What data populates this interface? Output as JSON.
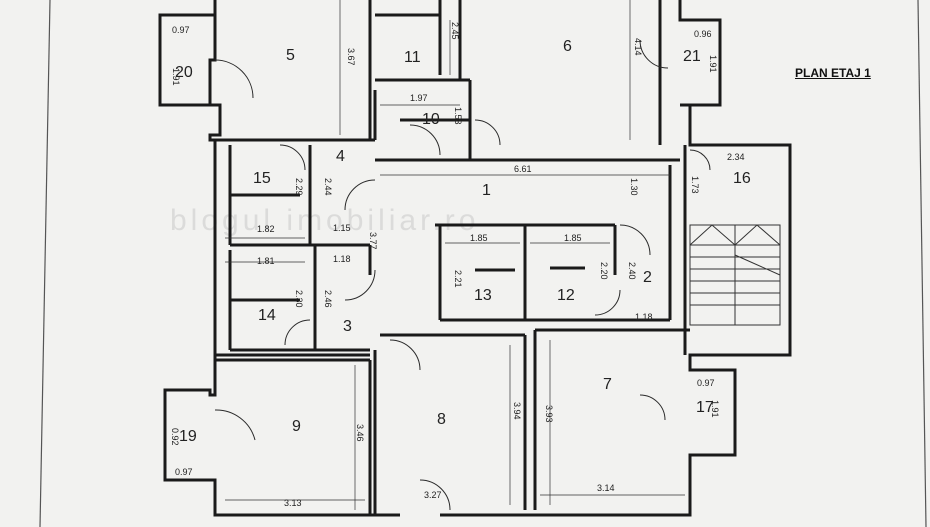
{
  "plan_title": "PLAN ETAJ 1",
  "watermark": "blogul imobiliar.ro",
  "rooms": [
    {
      "id": "r1",
      "label": "1"
    },
    {
      "id": "r2",
      "label": "2"
    },
    {
      "id": "r3",
      "label": "3"
    },
    {
      "id": "r4",
      "label": "4"
    },
    {
      "id": "r5",
      "label": "5"
    },
    {
      "id": "r6",
      "label": "6"
    },
    {
      "id": "r7",
      "label": "7"
    },
    {
      "id": "r8",
      "label": "8"
    },
    {
      "id": "r9",
      "label": "9"
    },
    {
      "id": "r10",
      "label": "10"
    },
    {
      "id": "r11",
      "label": "11"
    },
    {
      "id": "r12",
      "label": "12"
    },
    {
      "id": "r13",
      "label": "13"
    },
    {
      "id": "r14",
      "label": "14"
    },
    {
      "id": "r15",
      "label": "15"
    },
    {
      "id": "r16",
      "label": "16"
    },
    {
      "id": "r17",
      "label": "17"
    },
    {
      "id": "r19",
      "label": "19"
    },
    {
      "id": "r20",
      "label": "20"
    },
    {
      "id": "r21",
      "label": "21"
    }
  ],
  "dimensions": {
    "d_097_a": "0.97",
    "d_191_a": "1.91",
    "d_367": "3.67",
    "d_245": "2.45",
    "d_414": "4.14",
    "d_096": "0.96",
    "d_191_b": "1.91",
    "d_197": "1.97",
    "d_153": "1.53",
    "d_661": "6.61",
    "d_130": "1.30",
    "d_173": "1.73",
    "d_234": "2.34",
    "d_229": "2.29",
    "d_244": "2.44",
    "d_182": "1.82",
    "d_115": "1.15",
    "d_377": "3.77",
    "d_185_a": "1.85",
    "d_185_b": "1.85",
    "d_181": "1.81",
    "d_118_a": "1.18",
    "d_221": "2.21",
    "d_220": "2.20",
    "d_240": "2.40",
    "d_230": "2.30",
    "d_246": "2.46",
    "d_118_b": "1.18",
    "d_097_b": "0.97",
    "d_191_c": "1.91",
    "d_346": "3.46",
    "d_394": "3.94",
    "d_393": "3.93",
    "d_092": "0.92",
    "d_097_c": "0.97",
    "d_313": "3.13",
    "d_327": "3.27",
    "d_314": "3.14"
  }
}
